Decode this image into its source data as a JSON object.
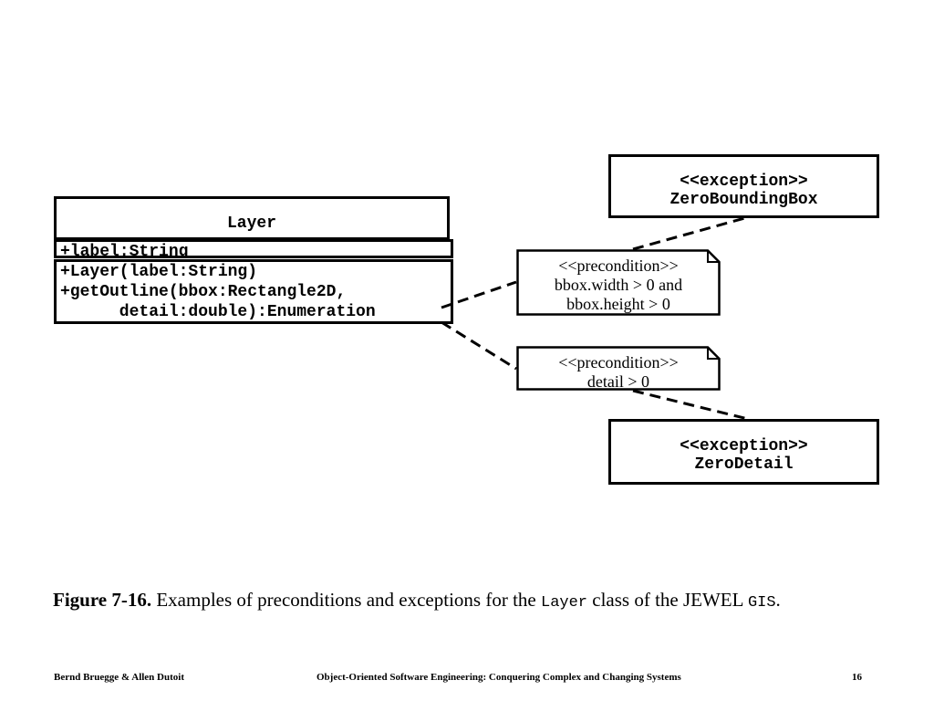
{
  "class": {
    "name": "Layer",
    "attributes": [
      "+label:String"
    ],
    "operations": [
      "+Layer(label:String)",
      "+getOutline(bbox:Rectangle2D,",
      "      detail:double):Enumeration"
    ]
  },
  "exceptions": {
    "zero_bounding_box": {
      "stereotype": "<<exception>>",
      "name": "ZeroBoundingBox"
    },
    "zero_detail": {
      "stereotype": "<<exception>>",
      "name": "ZeroDetail"
    }
  },
  "notes": {
    "bbox": {
      "stereotype": "<<precondition>>",
      "lines": [
        "bbox.width > 0 and",
        "bbox.height > 0"
      ]
    },
    "detail": {
      "stereotype": "<<precondition>>",
      "lines": [
        "detail > 0"
      ]
    }
  },
  "caption": {
    "label": "Figure 7-16.",
    "text_before": " Examples of preconditions and exceptions for the ",
    "code_class": "Layer",
    "text_middle": " class of the JEWEL ",
    "code_gis": "GIS",
    "text_end": "."
  },
  "footer": {
    "authors": "Bernd Bruegge & Allen Dutoit",
    "book": "Object-Oriented Software Engineering: Conquering Complex and Changing Systems",
    "page": "16"
  }
}
